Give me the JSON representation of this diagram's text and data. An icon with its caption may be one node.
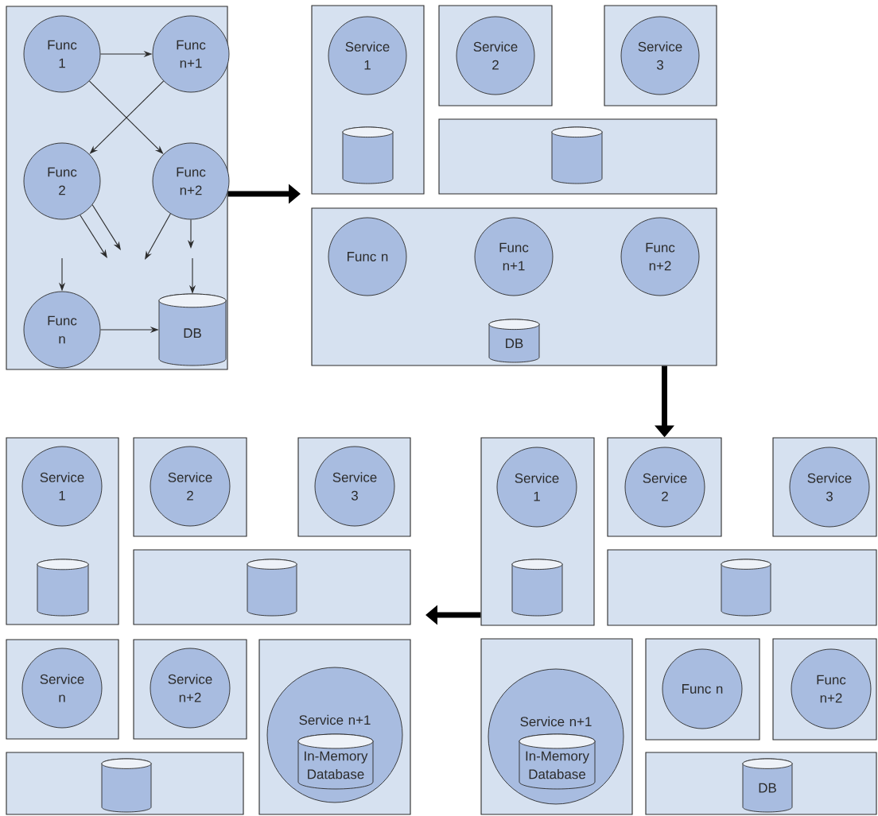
{
  "diagram": {
    "nodes": [
      {
        "text": [],
        "shape": "box"
      },
      {
        "text": [
          "Func 1"
        ],
        "in": 0
      },
      {
        "text": [
          "Func n+1"
        ],
        "in": 0
      },
      {
        "text": [
          "Func 2"
        ],
        "in": 0
      },
      {
        "text": [
          "Func n+2"
        ],
        "in": 0
      },
      {
        "text": [
          "Func n"
        ],
        "in": 0
      },
      {
        "text": [
          "DB"
        ],
        "in": 0
      },
      {
        "text": [],
        "shape": "box"
      },
      {
        "text": [
          "Service 1"
        ],
        "in": 7
      },
      {
        "text": [],
        "shape": "cylinder",
        "in": 7
      },
      {
        "text": [],
        "shape": "box"
      },
      {
        "text": [
          "Service 2"
        ],
        "in": 10
      },
      {
        "text": [],
        "shape": "box"
      },
      {
        "text": [
          "Service 3"
        ],
        "in": 12
      },
      {
        "text": [],
        "shape": "box"
      },
      {
        "text": [],
        "shape": "cylinder",
        "in": 14
      },
      {
        "text": [],
        "shape": "box"
      },
      {
        "text": [
          "Func n"
        ],
        "in": 16
      },
      {
        "text": [
          "Func n+1"
        ],
        "in": 16
      },
      {
        "text": [
          "Func n+2"
        ],
        "in": 16
      },
      {
        "text": [
          "DB"
        ],
        "in": 16
      },
      {
        "text": [],
        "shape": "box"
      },
      {
        "text": [
          "Service 1"
        ],
        "in": 21
      },
      {
        "text": [],
        "shape": "cylinder",
        "in": 21
      },
      {
        "text": [],
        "shape": "box"
      },
      {
        "text": [
          "Service 2"
        ],
        "in": 24
      },
      {
        "text": [],
        "shape": "box"
      },
      {
        "text": [
          "Service 3"
        ],
        "in": 26
      },
      {
        "text": [],
        "shape": "box"
      },
      {
        "text": [],
        "shape": "cylinder",
        "in": 28
      },
      {
        "text": [],
        "shape": "box"
      },
      {
        "text": [
          "Service n+1"
        ],
        "in": 30
      },
      {
        "text": [
          "In-Memory Database"
        ],
        "in": 31
      },
      {
        "text": [],
        "shape": "box"
      },
      {
        "text": [
          "Func n"
        ],
        "in": 33
      },
      {
        "text": [],
        "shape": "box"
      },
      {
        "text": [
          "Func n+2"
        ],
        "in": 35
      },
      {
        "text": [],
        "shape": "box"
      },
      {
        "text": [
          "DB"
        ],
        "in": 37
      },
      {
        "text": [],
        "shape": "box"
      },
      {
        "text": [
          "Service 1"
        ],
        "in": 39
      },
      {
        "text": [],
        "shape": "cylinder",
        "in": 39
      },
      {
        "text": [],
        "shape": "box"
      },
      {
        "text": [
          "Service 2"
        ],
        "in": 42
      },
      {
        "text": [],
        "shape": "box"
      },
      {
        "text": [
          "Service 3"
        ],
        "in": 44
      },
      {
        "text": [],
        "shape": "box"
      },
      {
        "text": [],
        "shape": "cylinder",
        "in": 46
      },
      {
        "text": [],
        "shape": "box"
      },
      {
        "text": [
          "Service n"
        ],
        "in": 48
      },
      {
        "text": [],
        "shape": "box"
      },
      {
        "text": [
          "Service n+2"
        ],
        "in": 50
      },
      {
        "text": [],
        "shape": "box"
      },
      {
        "text": [
          "Service n+1"
        ],
        "in": 52
      },
      {
        "text": [
          "In-Memory Database"
        ],
        "in": 53
      },
      {
        "text": [],
        "shape": "box"
      },
      {
        "text": [],
        "shape": "cylinder",
        "in": 55
      }
    ],
    "edges": [
      {
        "from": 1,
        "to": 2,
        "arrow": "to"
      },
      {
        "from": 1,
        "to": 4,
        "arrow": "to"
      },
      {
        "from": 2,
        "to": 3,
        "arrow": "to"
      },
      {
        "from": 3,
        "to": null,
        "arrow": "to"
      },
      {
        "from": 3,
        "to": null,
        "arrow": "to"
      },
      {
        "from": 4,
        "to": null,
        "arrow": "to"
      },
      {
        "from": 4,
        "to": null,
        "arrow": "to"
      },
      {
        "from": null,
        "to": 5,
        "arrow": "to"
      },
      {
        "from": null,
        "to": 6,
        "arrow": "to"
      },
      {
        "from": 5,
        "to": 6,
        "arrow": "to"
      },
      {
        "from": 0,
        "to": null,
        "arrow": "to",
        "style": "thick"
      },
      {
        "from": 16,
        "to": 24,
        "arrow": "to",
        "style": "thick"
      },
      {
        "from": 21,
        "to": null,
        "arrow": "to",
        "style": "thick"
      }
    ]
  }
}
